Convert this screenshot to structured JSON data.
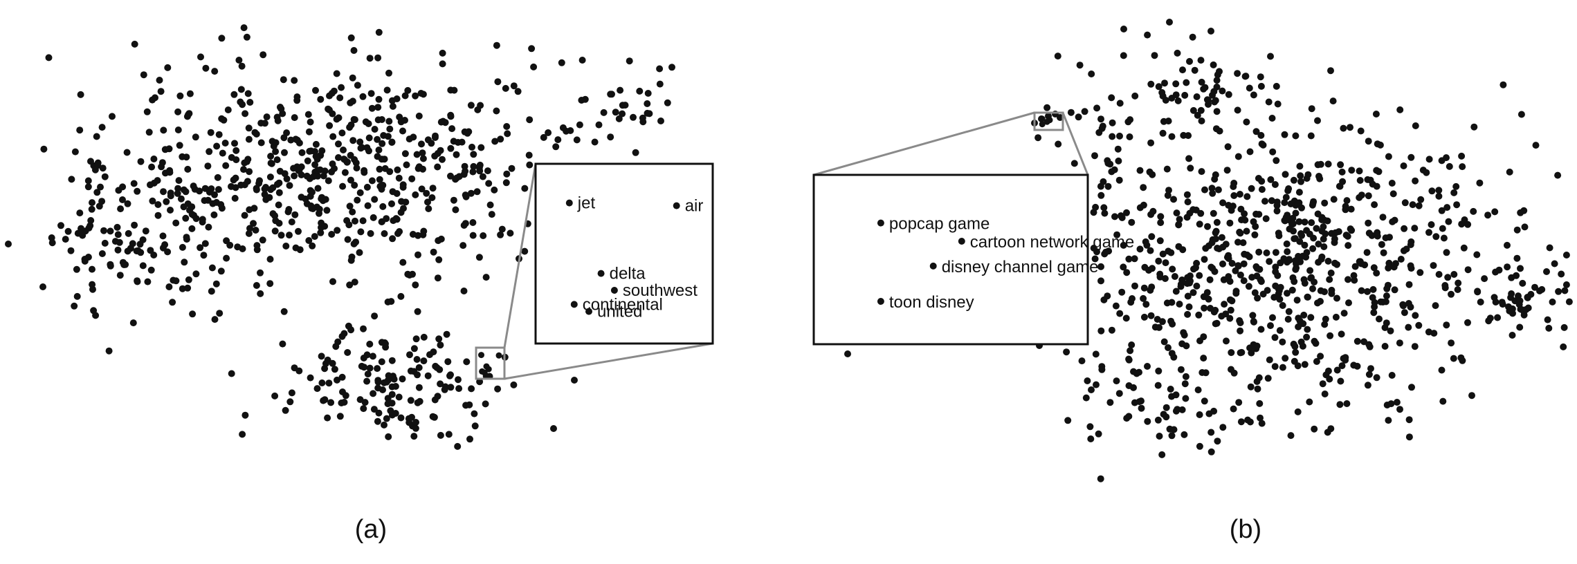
{
  "chart_data": [
    {
      "type": "scatter",
      "caption": "(a)",
      "title": "",
      "xlabel": "",
      "ylabel": "",
      "grid": false,
      "legend": "none",
      "point_color": "#111111",
      "seed": 1234,
      "cluster_points": [
        {
          "label": "jet",
          "x": 0.05,
          "y": 0.14
        },
        {
          "label": "air",
          "x": 0.93,
          "y": 0.16
        },
        {
          "label": "delta",
          "x": 0.31,
          "y": 0.64
        },
        {
          "label": "southwest",
          "x": 0.42,
          "y": 0.76
        },
        {
          "label": "continental",
          "x": 0.09,
          "y": 0.86
        },
        {
          "label": "united",
          "x": 0.21,
          "y": 0.91
        }
      ]
    },
    {
      "type": "scatter",
      "caption": "(b)",
      "title": "",
      "xlabel": "",
      "ylabel": "",
      "grid": false,
      "legend": "none",
      "point_color": "#111111",
      "seed": 98765,
      "cluster_points": [
        {
          "label": "popcap game",
          "x": 0.18,
          "y": 0.22
        },
        {
          "label": "cartoon network game",
          "x": 0.55,
          "y": 0.36
        },
        {
          "label": "disney channel game",
          "x": 0.42,
          "y": 0.55
        },
        {
          "label": "toon disney",
          "x": 0.18,
          "y": 0.82
        }
      ]
    }
  ]
}
